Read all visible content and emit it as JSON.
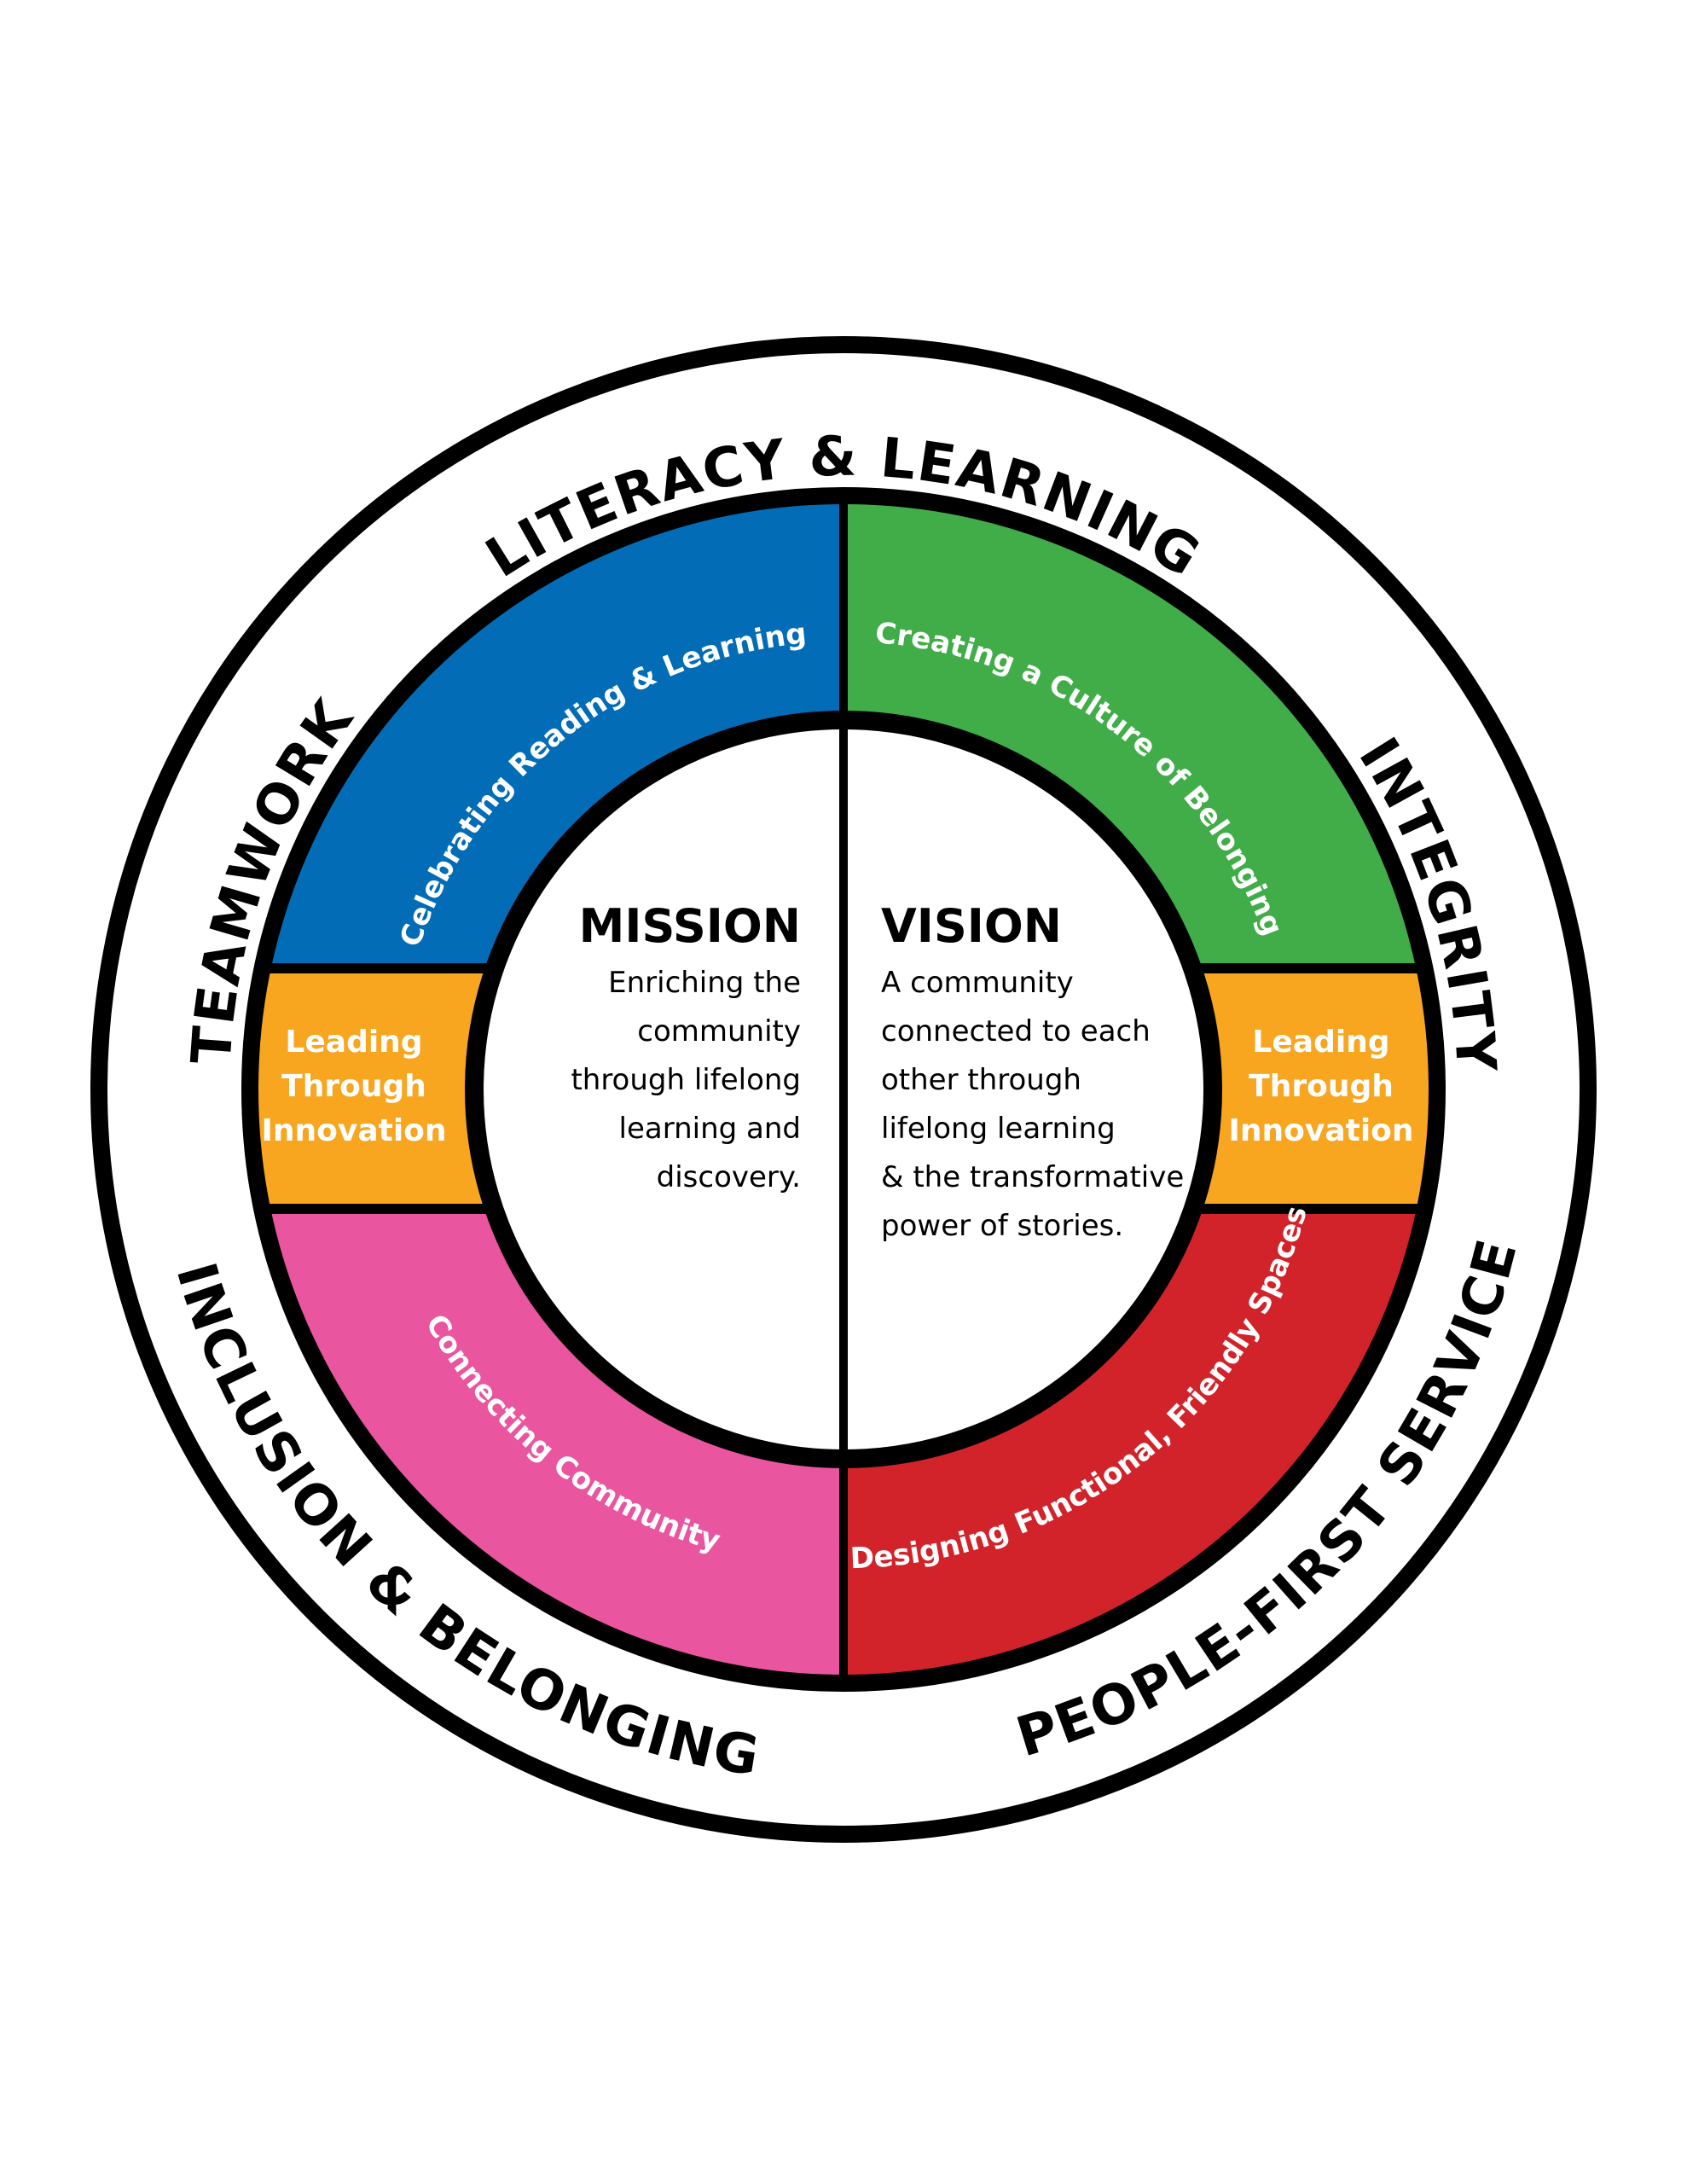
{
  "values": {
    "top": "LITERACY & LEARNING",
    "left": "TEAMWORK",
    "right": "INTEGRITY",
    "bottom_left": "INCLUSION & BELONGING",
    "bottom_right": "PEOPLE-FIRST SERVICE"
  },
  "priorities": {
    "blue": "Celebrating Reading & Learning",
    "green": "Creating a Culture of Belonging",
    "pink": "Connecting Community",
    "red": "Designing Functional, Friendly Spaces",
    "band_left": [
      "Leading",
      "Through",
      "Innovation"
    ],
    "band_right": [
      "Leading",
      "Through",
      "Innovation"
    ]
  },
  "mission": {
    "title": "MISSION",
    "lines": [
      "Enriching the",
      "community",
      "through lifelong",
      "learning and",
      "discovery."
    ]
  },
  "vision": {
    "title": "VISION",
    "lines": [
      "A community",
      "connected to each",
      "other through",
      "lifelong learning",
      "& the transformative",
      "power of stories."
    ]
  },
  "colors": {
    "blue": "#026CB6",
    "green": "#41AD49",
    "pink": "#E9559E",
    "red": "#D2232A",
    "orange": "#F8A51F"
  }
}
